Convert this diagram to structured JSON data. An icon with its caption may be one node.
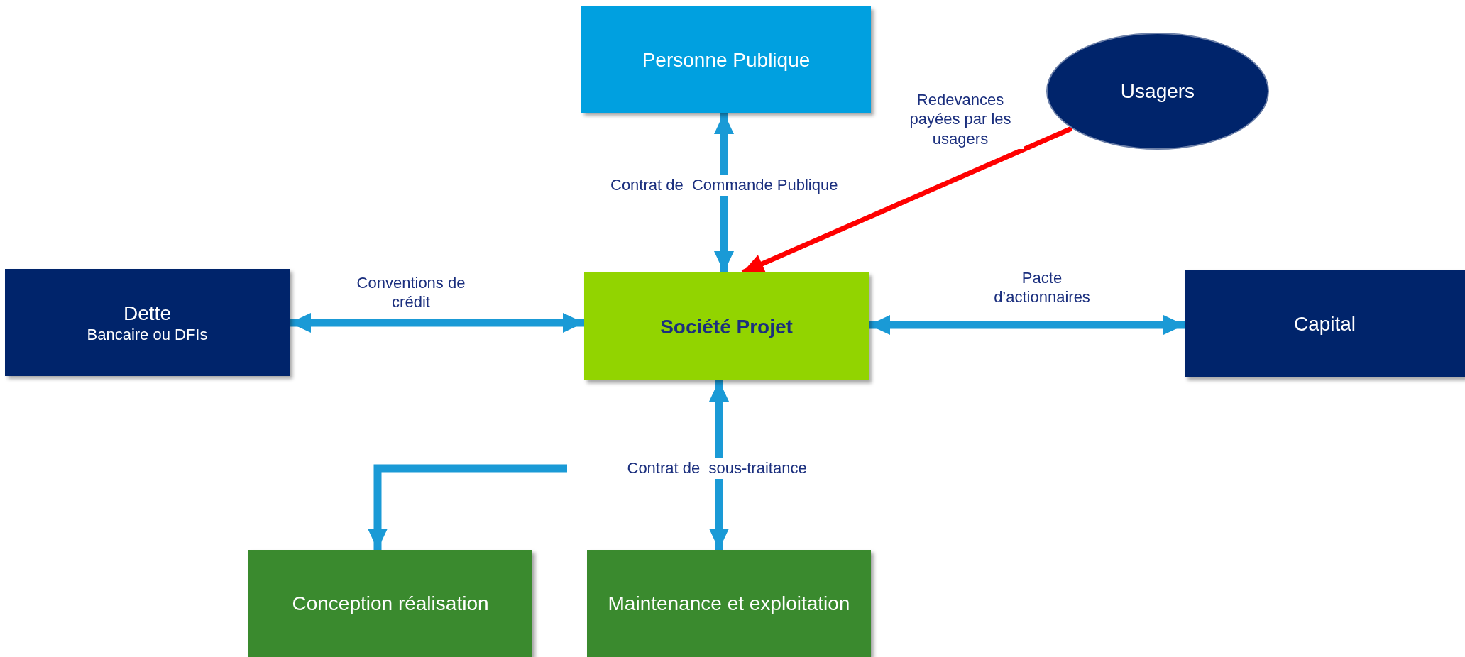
{
  "diagram": {
    "nodes": [
      {
        "text": [
          "Personne Publique"
        ]
      },
      {
        "text": [
          "Usagers"
        ]
      },
      {
        "text": [
          "Dette",
          "Bancaire ou DFIs"
        ]
      },
      {
        "text": [
          "Société Projet"
        ]
      },
      {
        "text": [
          "Capital"
        ]
      },
      {
        "text": [
          "Conception réalisation"
        ]
      },
      {
        "text": [
          "Maintenance et exploitation"
        ]
      }
    ],
    "edges": [
      {
        "from": 0,
        "to": 3,
        "arrow": "both",
        "label": "Contrat de  Commande Publique"
      },
      {
        "from": 1,
        "to": 3,
        "arrow": "to",
        "label": "Redevances payées par les usagers",
        "color": "#ff0000"
      },
      {
        "from": 2,
        "to": 3,
        "arrow": "both",
        "label": "Conventions de crédit"
      },
      {
        "from": 3,
        "to": 4,
        "arrow": "both",
        "label": "Pacte d’actionnaires"
      },
      {
        "from": 3,
        "to": 6,
        "arrow": "both",
        "label": "Contrat de  sous-traitance"
      },
      {
        "from": null,
        "to": 5,
        "arrow": "to"
      }
    ]
  }
}
